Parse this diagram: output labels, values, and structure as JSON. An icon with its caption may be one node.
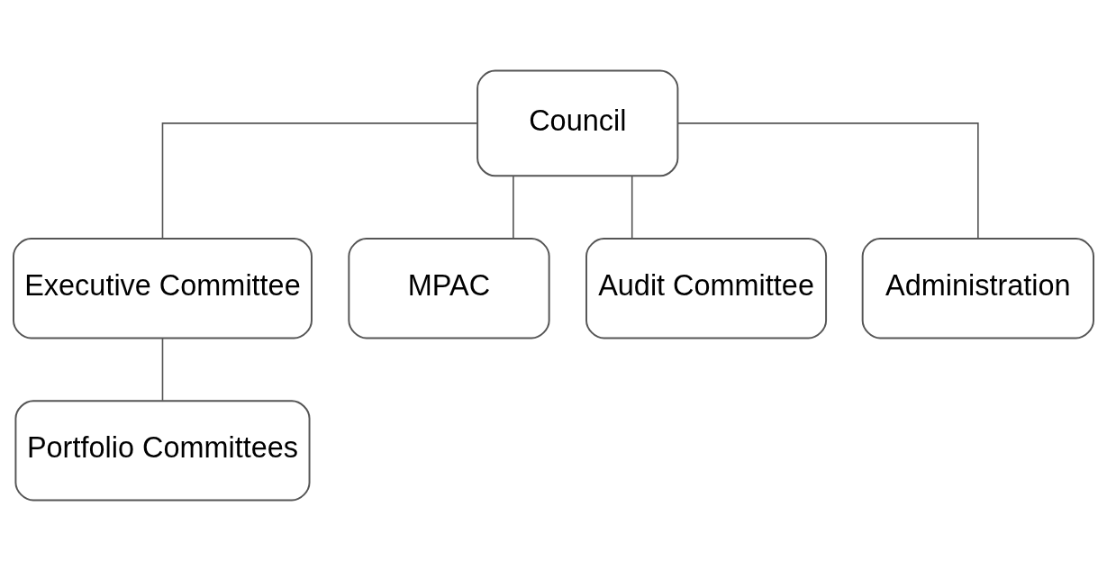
{
  "diagram": {
    "nodes": [
      {
        "text": [
          "Council"
        ]
      },
      {
        "text": [
          "Executive Committee"
        ]
      },
      {
        "text": [
          "MPAC"
        ]
      },
      {
        "text": [
          "Audit Committee"
        ]
      },
      {
        "text": [
          "Administration"
        ]
      },
      {
        "text": [
          "Portfolio Committees"
        ]
      }
    ],
    "edges": [
      {
        "from": 0,
        "to": 1,
        "arrow": "none"
      },
      {
        "from": 0,
        "to": 2,
        "arrow": "none"
      },
      {
        "from": 0,
        "to": 3,
        "arrow": "none"
      },
      {
        "from": 0,
        "to": 4,
        "arrow": "none"
      },
      {
        "from": 1,
        "to": 5,
        "arrow": "none"
      }
    ]
  }
}
